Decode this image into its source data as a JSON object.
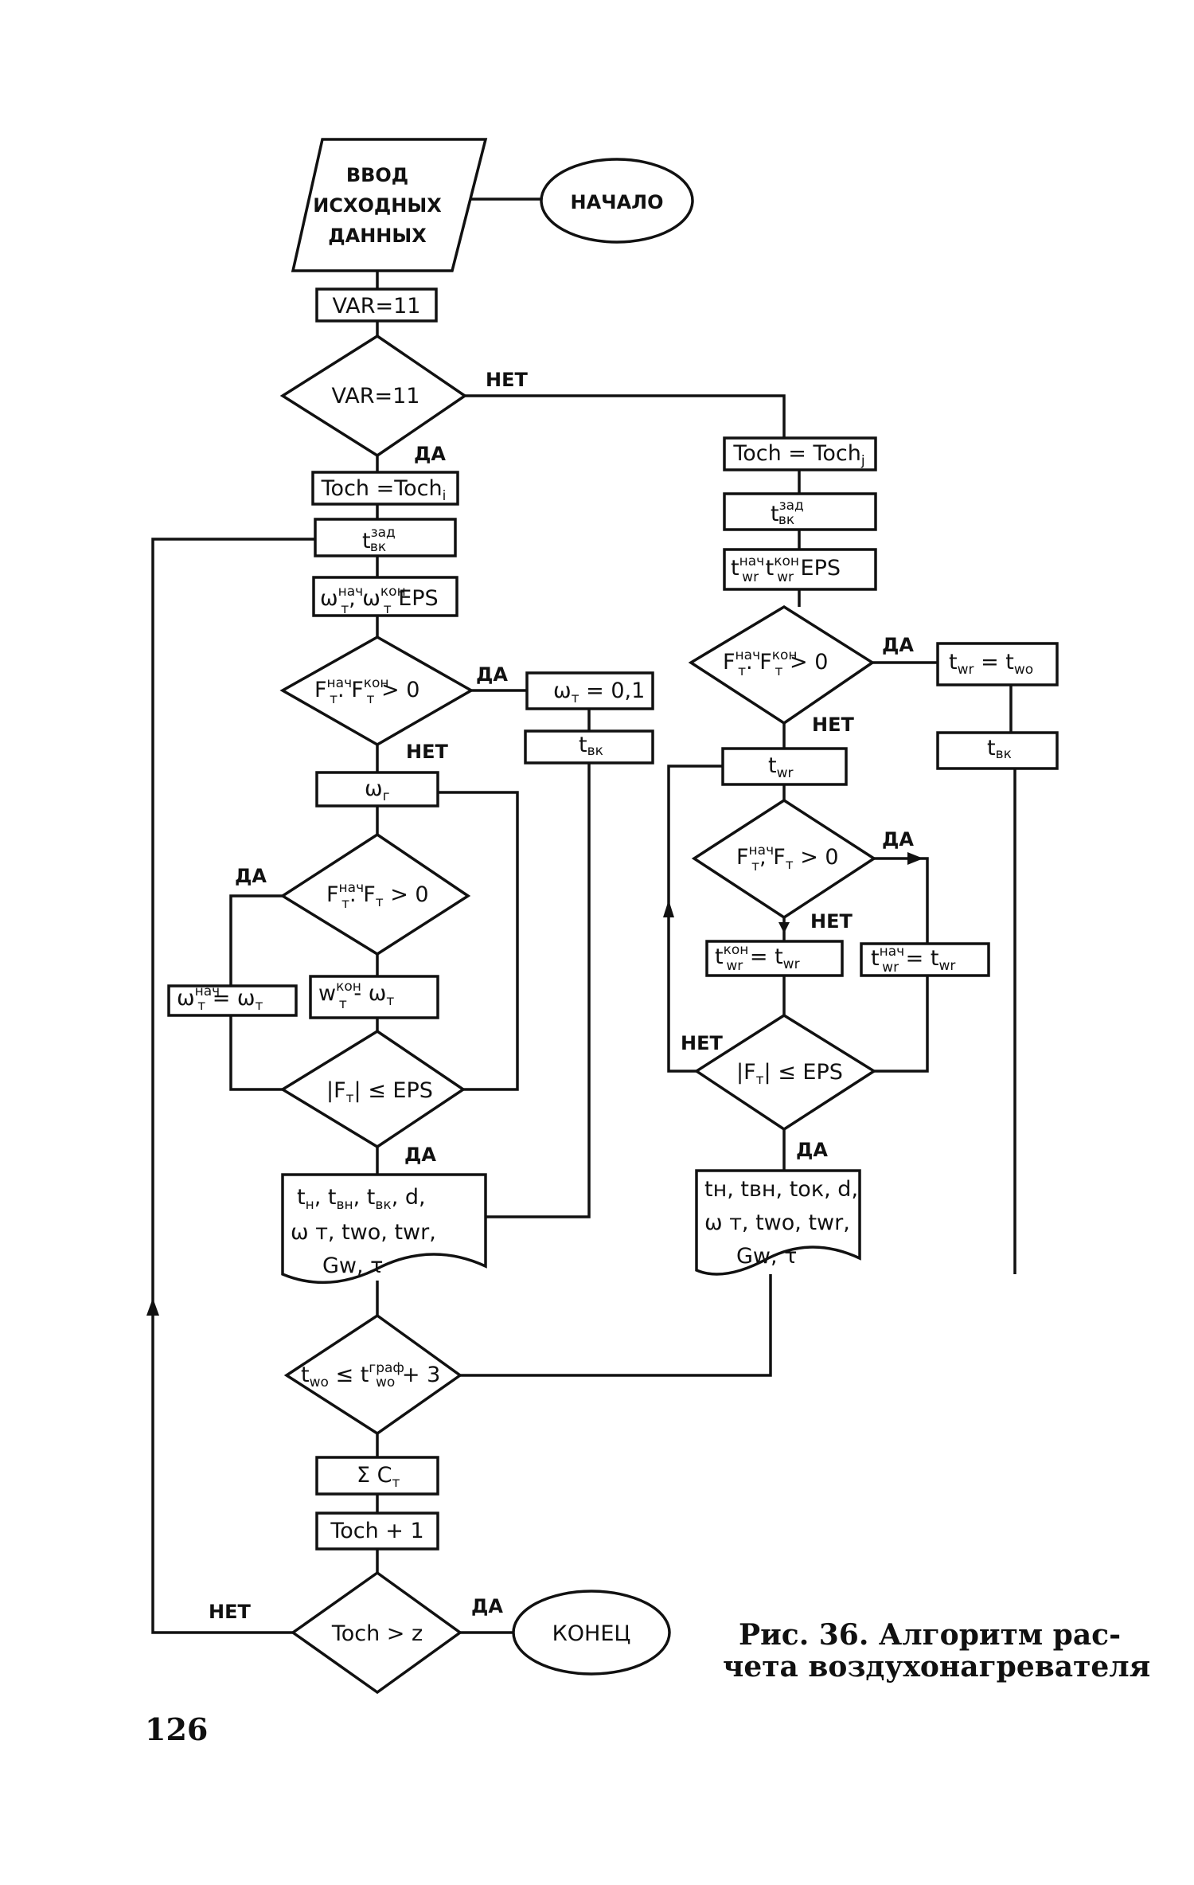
{
  "flowchart": {
    "input_data": [
      "ВВОД",
      "ИСХОДНЫХ",
      "ДАННЫХ"
    ],
    "start": "НАЧАЛО",
    "end": "КОНЕЦ",
    "var_assign": "VAR=11",
    "var_check": "VAR=11",
    "toch_left": "Toch =Toch",
    "toch_left_sub": "i",
    "toch_right": "Toch = Toch",
    "toch_right_sub": "j",
    "t_vk": "t",
    "t_vk_sub": "вк",
    "t_vk_sup": "зад",
    "omega_eps": {
      "a": "ω",
      "a_sup": "нач",
      "a_sub": "т",
      "sep": ", ",
      "b": "ω",
      "b_sup": "кон",
      "b_sub": "т",
      "tail": " EPS"
    },
    "twr_eps": {
      "a": "t",
      "a_sup": "нач",
      "a_sub": "wr",
      "sep": "  ",
      "b": "t",
      "b_sup": "кон",
      "b_sub": "wr",
      "tail": " EPS"
    },
    "cond_F_left": {
      "a": "F",
      "a_sup": "нач",
      "a_sub": "т",
      "sep": ". ",
      "b": "F",
      "b_sup": "кон",
      "b_sub": "т",
      "tail": " > 0"
    },
    "cond_F_right": {
      "a": "F",
      "a_sup": "нач",
      "a_sub": "т",
      "sep": ". ",
      "b": "F",
      "b_sup": "кон",
      "b_sub": "т",
      "tail": " > 0"
    },
    "omega_set": {
      "a": "ω",
      "a_sub": "т",
      "tail": " = 0,1"
    },
    "t_vk_simple": {
      "a": "t",
      "a_sub": "вк"
    },
    "omega_g": {
      "a": "ω",
      "a_sub": "г"
    },
    "cond_F_omega": {
      "a": "F",
      "a_sup": "нач",
      "a_sub": "т",
      "sep": ". ",
      "b": "F",
      "b_sub": "т",
      "tail": " > 0"
    },
    "omega_nach": {
      "a": "ω",
      "a_sup": "нач",
      "a_sub": "т",
      "tail": " = ω",
      "c_sub": "т"
    },
    "w_kon": {
      "a": "w",
      "a_sup": "кон",
      "a_sub": "т",
      "tail": "  - ω",
      "c_sub": "т"
    },
    "cond_eps_left": "|F",
    "cond_eps_left_sub": "т",
    "cond_eps_tail": "| ≤ EPS",
    "output_left": [
      "t",
      "н",
      ", t",
      "вн",
      ", t",
      "вк",
      ",  d,"
    ],
    "output_left_lines": [
      "ω т,  twо,  twr,",
      "Gw,  τ"
    ],
    "output_right_lines": [
      "tн,  tвн,  tок,  d,",
      "ω т,  twо,  twr,",
      "Gw,  τ"
    ],
    "cond_two": {
      "a": "t",
      "a_sub": "wо",
      "mid": " ≤ t",
      "b_sup": "граф",
      "b_sub": "wо",
      "tail": " + 3"
    },
    "sum_c": {
      "a": "Σ C",
      "a_sub": "т"
    },
    "toch_inc": "Toch + 1",
    "cond_z": "Toch > z",
    "twr_set": {
      "a": "t",
      "a_sub": "wr",
      "tail": " = t",
      "c_sub": "wо"
    },
    "t_vk_right": {
      "a": "t",
      "a_sub": "вк"
    },
    "t_wr": {
      "a": "t",
      "a_sub": "wr"
    },
    "cond_F_twr": {
      "a": "F",
      "a_sup": "нач",
      "a_sub": "т",
      "sep": ", ",
      "b": "F",
      "b_sub": "т",
      "tail": " > 0"
    },
    "twr_kon": {
      "a": "t",
      "a_sup": "кон",
      "a_sub": "wr",
      "tail": " = t",
      "c_sub": "wr"
    },
    "twr_nach": {
      "a": "t",
      "a_sup": "нач",
      "a_sub": "wr",
      "tail": " = t",
      "c_sub": "wr"
    },
    "labels": {
      "yes": "ДА",
      "no": "НЕТ",
      "no_alt": "НЕТ"
    }
  },
  "caption": [
    "Рис. 36. Алгоритм рас-",
    "чета воздухонагревателя"
  ],
  "page_number": "126"
}
